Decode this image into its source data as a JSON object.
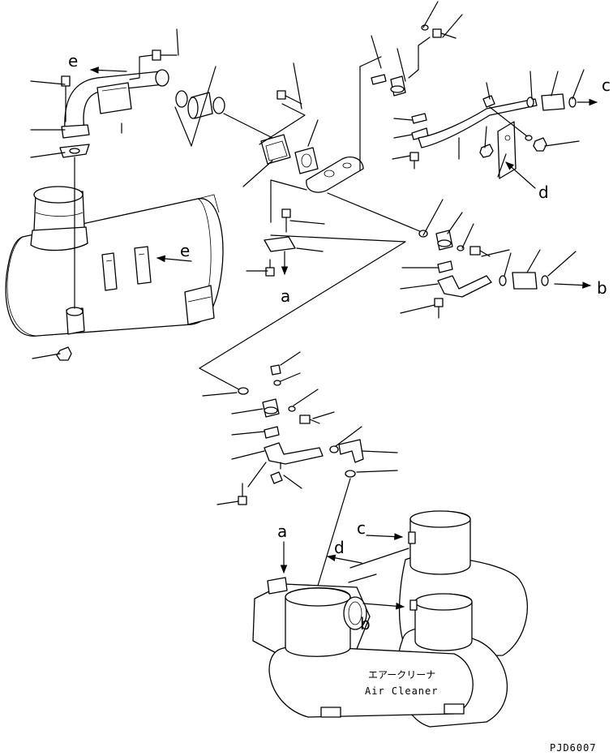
{
  "labels": {
    "a": "a",
    "b": "b",
    "c": "c",
    "d": "d",
    "e": "e"
  },
  "air_cleaner": {
    "label_jp": "エアークリーナ",
    "label_en": "Air Cleaner"
  },
  "drawing_number": "PJD6007"
}
